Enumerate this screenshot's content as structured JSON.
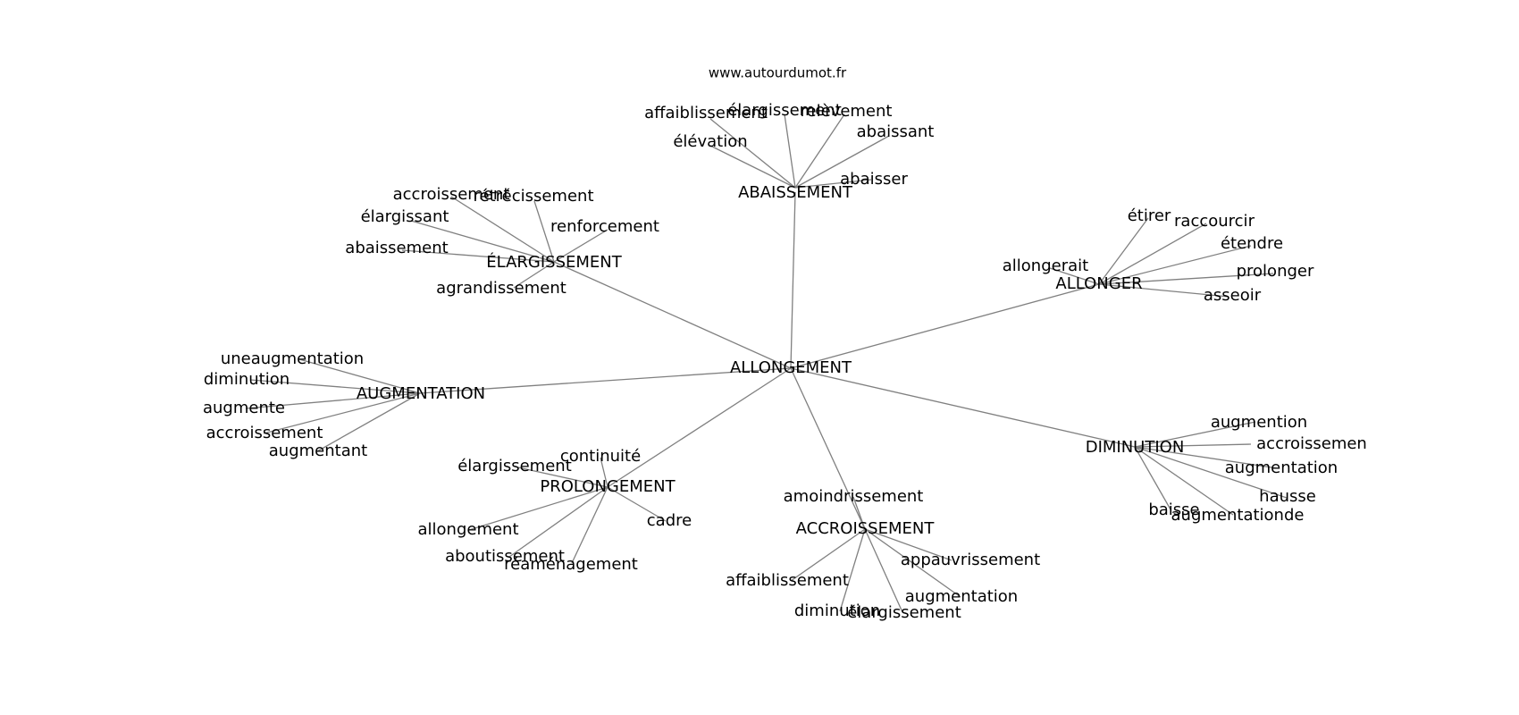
{
  "source": "www.autourdumot.fr",
  "root": "ALLONGEMENT",
  "clusters": [
    {
      "hub": "ABAISSEMENT",
      "leaves": [
        "affaiblissement",
        "élargissement",
        "relèvement",
        "abaissant",
        "élévation",
        "abaisser"
      ]
    },
    {
      "hub": "ÉLARGISSEMENT",
      "leaves": [
        "accroissement",
        "rétrécissement",
        "élargissant",
        "renforcement",
        "abaissement",
        "agrandissement"
      ]
    },
    {
      "hub": "ALLONGER",
      "leaves": [
        "étirer",
        "raccourcir",
        "étendre",
        "allongerait",
        "prolonger",
        "asseoir"
      ]
    },
    {
      "hub": "AUGMENTATION",
      "leaves": [
        "uneaugmentation",
        "diminution",
        "augmente",
        "accroissement",
        "augmentant"
      ]
    },
    {
      "hub": "DIMINUTION",
      "leaves": [
        "augmention",
        "accroissemen",
        "augmentation",
        "hausse",
        "baisse",
        "augmentationde"
      ]
    },
    {
      "hub": "PROLONGEMENT",
      "leaves": [
        "continuité",
        "élargissement",
        "allongement",
        "cadre",
        "aboutissement",
        "réaménagement"
      ]
    },
    {
      "hub": "ACCROISSEMENT",
      "leaves": [
        "amoindrissement",
        "appauvrissement",
        "affaiblissement",
        "augmentation",
        "diminution",
        "élargissement"
      ]
    }
  ]
}
